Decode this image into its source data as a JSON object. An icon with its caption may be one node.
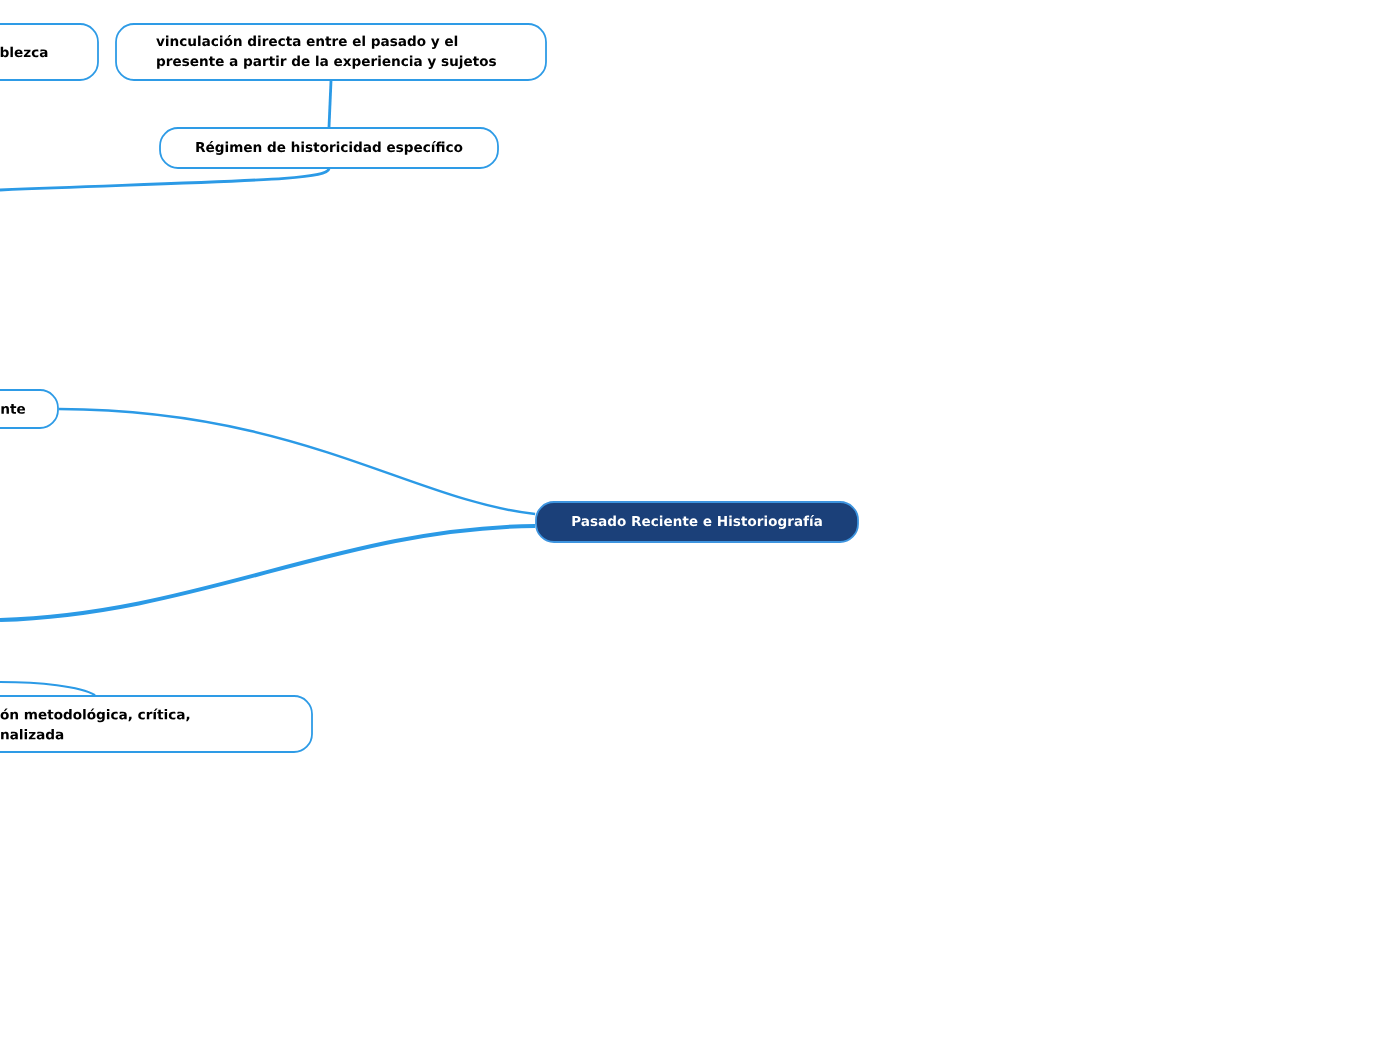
{
  "diagram": {
    "nodes": [
      {
        "text": [
          "blezca"
        ]
      },
      {
        "text": [
          "vinculación directa entre el pasado y el presente a partir de la experiencia y sujetos"
        ]
      },
      {
        "text": [
          "Régimen de historicidad específico"
        ]
      },
      {
        "text": [
          "nte"
        ]
      },
      {
        "text": [
          "Pasado Reciente e Historiografía"
        ]
      },
      {
        "text": [
          "ón metodológica, crítica, nalizada"
        ]
      }
    ],
    "edges": [
      {
        "from": 2,
        "to": 1,
        "arrow": "none"
      },
      {
        "from": 2,
        "to": null,
        "arrow": "none"
      },
      {
        "from": 4,
        "to": 3,
        "arrow": "none"
      },
      {
        "from": 4,
        "to": null,
        "arrow": "none"
      },
      {
        "from": 5,
        "to": null,
        "arrow": "none"
      }
    ]
  }
}
